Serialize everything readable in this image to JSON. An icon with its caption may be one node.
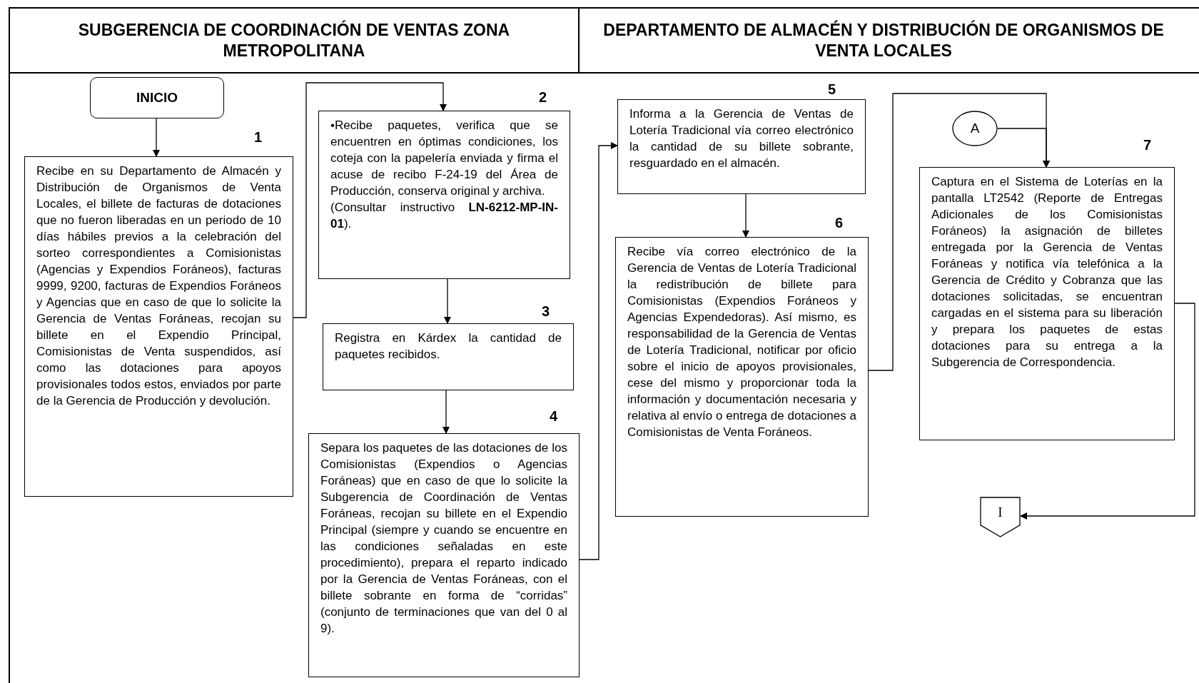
{
  "diagram": {
    "nodes": [
      {
        "text": [
          "INICIO"
        ]
      },
      {
        "text": [
          "Recibe en su Departamento de Almacén y Distribución de Organismos de Venta Locales, el billete de facturas de dotaciones que no fueron liberadas en un periodo de 10 días hábiles previos a la celebración del sorteo correspondientes a Comisionistas (Agencias y Expendios Foráneos), facturas 9999, 9200, facturas de Expendios Foráneos y Agencias que en caso de que lo solicite la Gerencia de Ventas Foráneas, recojan su billete en el Expendio Principal, Comisionistas de Venta suspendidos, así como las dotaciones para apoyos provisionales todos estos, enviados por parte de la Gerencia de Producción y devolución."
        ],
        "beside": [
          "1"
        ]
      },
      {
        "text": [
          "•Recibe paquetes, verifica que se encuentren en óptimas condiciones, los coteja con la papelería enviada y firma el acuse de recibo F-24-19 del Área de Producción, conserva original y archiva.",
          "(Consultar instructivo **LN-6212-MP-IN-01**)."
        ],
        "beside": [
          "2"
        ]
      },
      {
        "text": [
          "Registra en Kárdex la cantidad de paquetes recibidos."
        ],
        "beside": [
          "3"
        ]
      },
      {
        "text": [
          "Separa los paquetes de las dotaciones de los Comisionistas (Expendios o Agencias Foráneas) que en caso de que lo solicite la Subgerencia de Coordinación de Ventas Foráneas, recojan su billete en el Expendio Principal (siempre y cuando se encuentre en las condiciones señaladas en este procedimiento), prepara el reparto indicado por la Gerencia de Ventas Foráneas, con el billete sobrante en forma de “corridas” (conjunto de terminaciones que van del 0 al 9)."
        ],
        "beside": [
          "4"
        ]
      },
      {
        "text": [
          "Informa a la Gerencia de Ventas de Lotería Tradicional vía correo electrónico la cantidad de su billete sobrante, resguardado en el almacén."
        ],
        "beside": [
          "5"
        ]
      },
      {
        "text": [
          "Recibe vía correo electrónico de la Gerencia de Ventas de Lotería Tradicional la redistribución de billete para Comisionistas (Expendios Foráneos y Agencias Expendedoras). Así mismo, es responsabilidad de la Gerencia de Ventas de Lotería Tradicional, notificar por oficio sobre el inicio de apoyos provisionales, cese del mismo y proporcionar toda la información y documentación necesaria y relativa al envío o entrega de dotaciones a Comisionistas de Venta Foráneos."
        ],
        "beside": [
          "6"
        ]
      },
      {
        "text": [
          "A"
        ]
      },
      {
        "text": [
          "Captura en el Sistema de Loterías en la pantalla LT2542 (Reporte de Entregas Adicionales de los Comisionistas Foráneos) la asignación de billetes entregada por la Gerencia de Ventas Foráneas y notifica vía telefónica a la Gerencia de Crédito y Cobranza que las dotaciones solicitadas, se encuentran cargadas en el sistema para su liberación y prepara los paquetes de estas dotaciones para su entrega a la Subgerencia de Correspondencia."
        ],
        "beside": [
          "7"
        ]
      },
      {
        "text": [
          "I"
        ]
      }
    ],
    "edges": [
      {
        "from": 0,
        "to": 1,
        "arrow": "to"
      },
      {
        "from": 1,
        "to": 2,
        "arrow": "to"
      },
      {
        "from": 2,
        "to": 3,
        "arrow": "to"
      },
      {
        "from": 3,
        "to": 4,
        "arrow": "to"
      },
      {
        "from": 4,
        "to": 5,
        "arrow": "to"
      },
      {
        "from": 5,
        "to": 6,
        "arrow": "to"
      },
      {
        "from": 6,
        "to": 8,
        "arrow": "to"
      },
      {
        "from": 7,
        "to": 8,
        "arrow": "to"
      },
      {
        "from": 8,
        "to": 9,
        "arrow": "to"
      }
    ],
    "labels": [
      "SUBGERENCIA DE COORDINACIÓN DE VENTAS ZONA METROPOLITANA",
      "DEPARTAMENTO DE ALMACÉN Y DISTRIBUCIÓN DE ORGANISMOS DE VENTA LOCALES"
    ]
  }
}
